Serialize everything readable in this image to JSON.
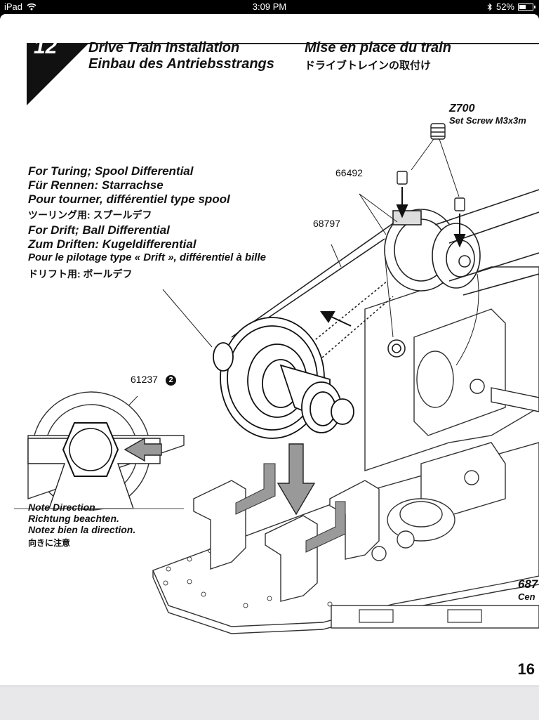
{
  "status_bar": {
    "device": "iPad",
    "time": "3:09 PM",
    "battery": "52%",
    "battery_level": 0.52
  },
  "step": {
    "number": "12",
    "title_en": "Drive Train Installation",
    "title_de": "Einbau des Antriebsstrangs",
    "title_fr": "Mise en place du train",
    "title_jp": "ドライブトレインの取付け"
  },
  "part_z700": {
    "code": "Z700",
    "desc": "Set Screw M3x3m"
  },
  "labels": {
    "turing_en": "For Turing; Spool Differential",
    "turing_de": "Für Rennen: Starrachse",
    "turing_fr": "Pour tourner, différentiel type spool",
    "turing_jp": "ツーリング用: スプールデフ",
    "drift_en": "For Drift; Ball Differential",
    "drift_de": "Zum Driften: Kugeldifferential",
    "drift_fr": "Pour le pilotage type « Drift », différentiel à bille",
    "drift_jp": "ドリフト用: ボールデフ"
  },
  "parts": {
    "p66492": "66492",
    "p68797": "68797",
    "p61237": "61237",
    "p61237_qty": "2",
    "p687": "687",
    "cen": "Cen"
  },
  "note": {
    "en": "Note Direction",
    "de": "Richtung beachten.",
    "fr": "Notez bien la direction.",
    "jp": "向きに注意"
  },
  "page_number": "16"
}
